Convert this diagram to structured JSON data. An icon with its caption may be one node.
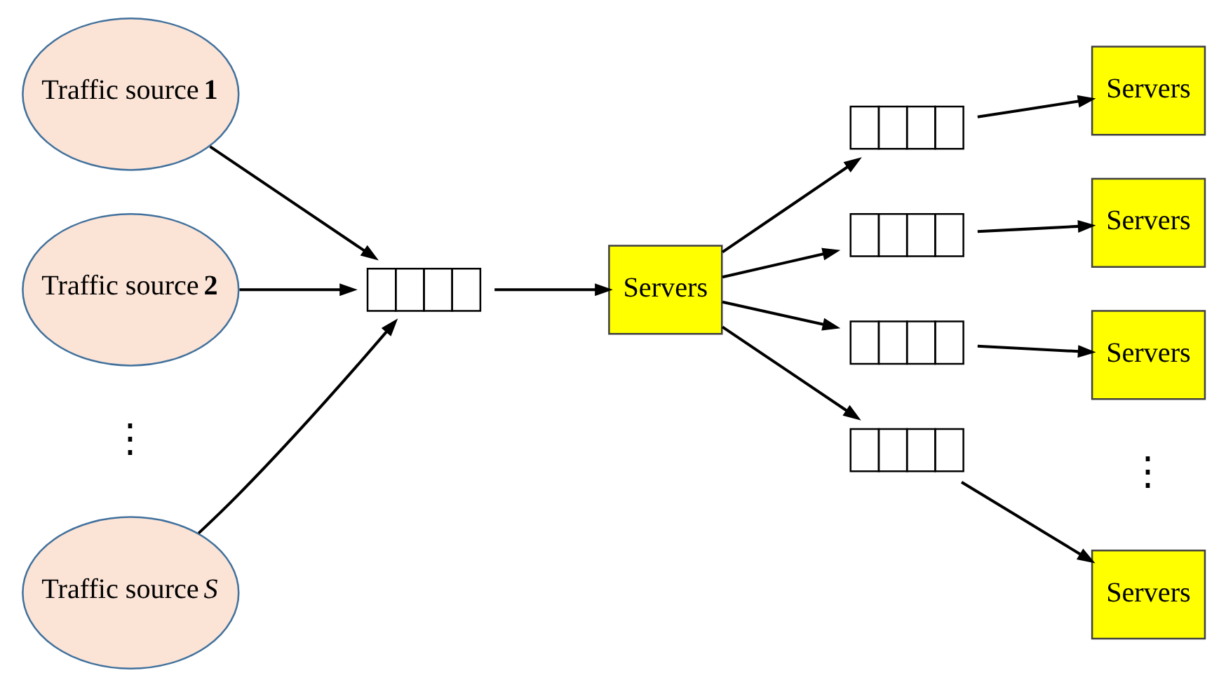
{
  "diagram": {
    "nodes": [
      {
        "text": [
          "Traffic source **1**"
        ]
      },
      {
        "text": [
          "Traffic source **2**"
        ]
      },
      {
        "text": [
          "Traffic source *S*"
        ]
      },
      {
        "text": [],
        "shape": "queue"
      },
      {
        "text": [
          "Servers"
        ]
      },
      {
        "text": [],
        "shape": "queue"
      },
      {
        "text": [
          "Servers"
        ]
      },
      {
        "text": [],
        "shape": "queue"
      },
      {
        "text": [
          "Servers"
        ]
      },
      {
        "text": [],
        "shape": "queue"
      },
      {
        "text": [
          "Servers"
        ]
      },
      {
        "text": [],
        "shape": "queue"
      },
      {
        "text": [
          "Servers"
        ]
      }
    ],
    "edges": [
      {
        "from": 0,
        "to": 3,
        "arrow": "to"
      },
      {
        "from": 1,
        "to": 3,
        "arrow": "to"
      },
      {
        "from": 2,
        "to": 3,
        "arrow": "to"
      },
      {
        "from": 3,
        "to": 4,
        "arrow": "to"
      },
      {
        "from": 4,
        "to": 5,
        "arrow": "to"
      },
      {
        "from": 4,
        "to": 7,
        "arrow": "to"
      },
      {
        "from": 4,
        "to": 9,
        "arrow": "to"
      },
      {
        "from": 4,
        "to": 11,
        "arrow": "to"
      },
      {
        "from": 5,
        "to": 6,
        "arrow": "to"
      },
      {
        "from": 7,
        "to": 8,
        "arrow": "to"
      },
      {
        "from": 9,
        "to": 10,
        "arrow": "to"
      },
      {
        "from": 11,
        "to": 12,
        "arrow": "to"
      }
    ],
    "labels": [
      "⋮",
      "⋮"
    ]
  }
}
